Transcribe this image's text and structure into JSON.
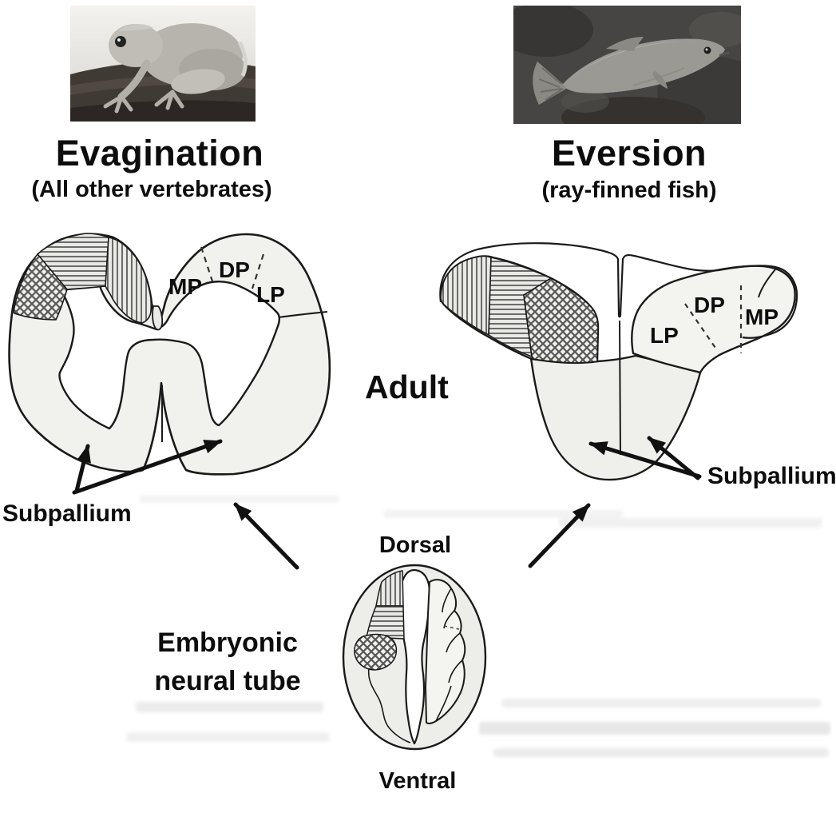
{
  "page": {
    "background": "#ffffff"
  },
  "panels": {
    "evagination": {
      "title": "Evagination",
      "subtitle": "(All other vertebrates)",
      "photo_alt": "frog on branch"
    },
    "eversion": {
      "title": "Eversion",
      "subtitle": "(ray-finned fish)",
      "photo_alt": "ray-finned fish"
    }
  },
  "labels": {
    "adult": "Adult",
    "embryonic_line1": "Embryonic",
    "embryonic_line2": "neural tube",
    "dorsal": "Dorsal",
    "ventral": "Ventral",
    "subpallium_left": "Subpallium",
    "subpallium_right": "Subpallium"
  },
  "pallium_regions": {
    "evaginated": {
      "medial": "MP",
      "dorsal": "DP",
      "lateral": "LP"
    },
    "everted": {
      "lateral": "LP",
      "dorsal": "DP",
      "medial": "MP"
    }
  },
  "patterns": {
    "medial_pallium": "vertical-lines",
    "dorsal_pallium": "horizontal-lines",
    "lateral_pallium": "crosshatch"
  },
  "colors": {
    "tissue": "#f0f0ed",
    "outline": "#1a1a1a",
    "text": "#0d0d0d",
    "pattern_line": "#686868",
    "arrow": "#111111"
  }
}
